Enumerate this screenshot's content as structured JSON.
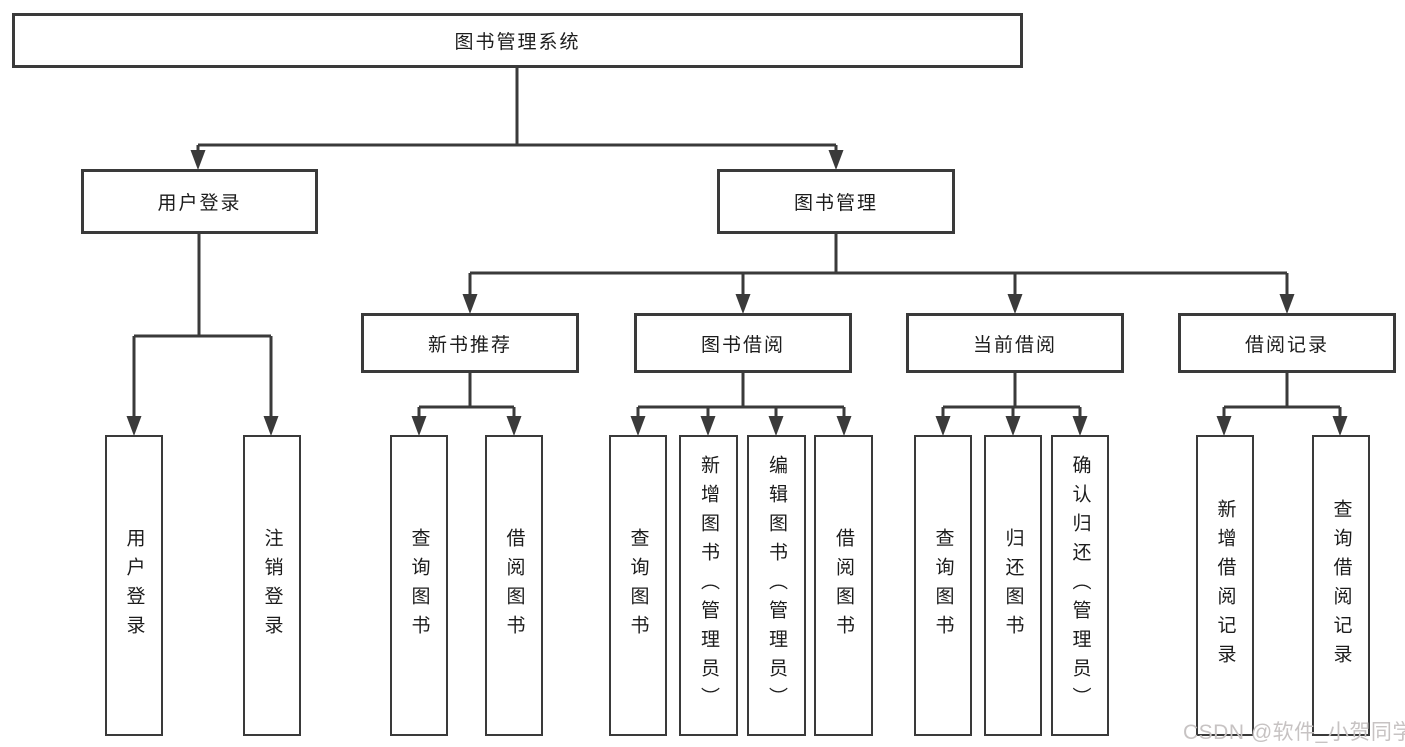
{
  "tree": {
    "root": {
      "label": "图书管理系统",
      "children": [
        {
          "label": "用户登录",
          "children": [
            {
              "label": "用户登录"
            },
            {
              "label": "注销登录"
            }
          ]
        },
        {
          "label": "图书管理",
          "children": [
            {
              "label": "新书推荐",
              "children": [
                {
                  "label": "查询图书"
                },
                {
                  "label": "借阅图书"
                }
              ]
            },
            {
              "label": "图书借阅",
              "children": [
                {
                  "label": "查询图书"
                },
                {
                  "label": "新增图书（管理员）"
                },
                {
                  "label": "编辑图书（管理员）"
                },
                {
                  "label": "借阅图书"
                }
              ]
            },
            {
              "label": "当前借阅",
              "children": [
                {
                  "label": "查询图书"
                },
                {
                  "label": "归还图书"
                },
                {
                  "label": "确认归还（管理员）"
                }
              ]
            },
            {
              "label": "借阅记录",
              "children": [
                {
                  "label": "新增借阅记录"
                },
                {
                  "label": "查询借阅记录"
                }
              ]
            }
          ]
        }
      ]
    }
  },
  "watermark": {
    "text": "CSDN @软件_小贺同学"
  },
  "colors": {
    "line": "#3a3a3a",
    "text": "#1c1c1c",
    "background": "#ffffff",
    "watermark": "#c7c3c3"
  }
}
